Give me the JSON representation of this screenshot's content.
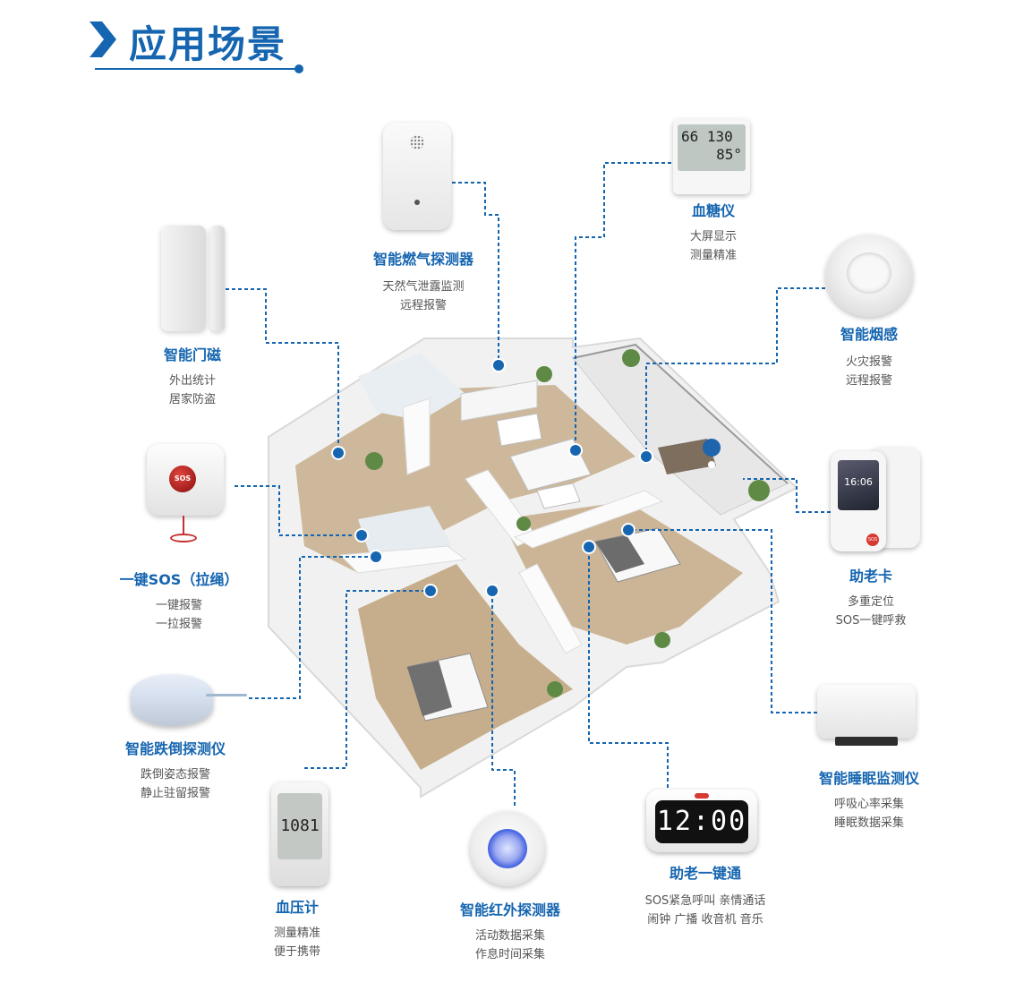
{
  "header": {
    "title": "应用场景"
  },
  "colors": {
    "brand_blue": "#1565b0",
    "accent_red": "#d63a32"
  },
  "devices": {
    "gas": {
      "name": "智能燃气探测器",
      "desc1": "天然气泄露监测",
      "desc2": "远程报警"
    },
    "glucose": {
      "name": "血糖仪",
      "desc1": "大屏显示",
      "desc2": "测量精准",
      "screen_line1": "66 130",
      "screen_line2": "85°"
    },
    "door": {
      "name": "智能门磁",
      "desc1": "外出统计",
      "desc2": "居家防盗"
    },
    "smoke": {
      "name": "智能烟感",
      "desc1": "火灾报警",
      "desc2": "远程报警"
    },
    "sos": {
      "name": "一键SOS（拉绳）",
      "desc1": "一键报警",
      "desc2": "一拉报警",
      "button": "SOS"
    },
    "card": {
      "name": "助老卡",
      "desc1": "多重定位",
      "desc2": "SOS一键呼救",
      "screen_time": "16:06",
      "button": "SOS"
    },
    "fall": {
      "name": "智能跌倒探测仪",
      "desc1": "跌倒姿态报警",
      "desc2": "静止驻留报警"
    },
    "sleep": {
      "name": "智能睡眠监测仪",
      "desc1": "呼吸心率采集",
      "desc2": "睡眠数据采集"
    },
    "bp": {
      "name": "血压计",
      "desc1": "测量精准",
      "desc2": "便于携带",
      "screen": "1081"
    },
    "pir": {
      "name": "智能红外探测器",
      "desc1": "活动数据采集",
      "desc2": "作息时间采集"
    },
    "clock": {
      "name": "助老一键通",
      "desc1": "SOS紧急呼叫 亲情通话",
      "desc2": "闹钟 广播 收音机 音乐",
      "screen": "12:00"
    }
  }
}
